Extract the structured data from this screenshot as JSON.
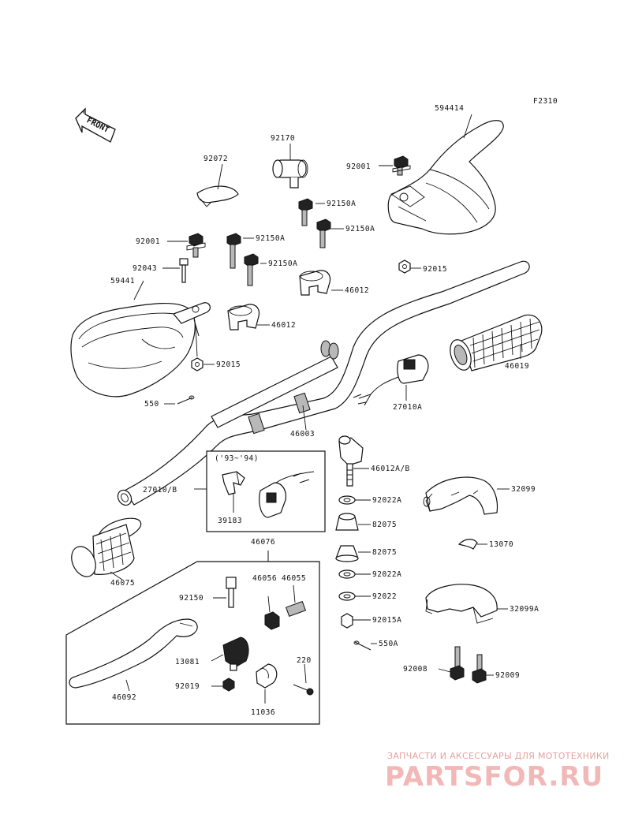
{
  "figure_code": "F2310",
  "direction_label": "FRONT",
  "date_range_label": "('93~'94)",
  "parts": {
    "p594414": "594414",
    "p92170": "92170",
    "p92072": "92072",
    "p92001_top": "92001",
    "p92150A_1": "92150A",
    "p92150A_2": "92150A",
    "p92150A_3": "92150A",
    "p92150A_4": "92150A",
    "p92001_left": "92001",
    "p92043": "92043",
    "p59441": "59441",
    "p92015_top": "92015",
    "p46012_1": "46012",
    "p46012_2": "46012",
    "p92015_left": "92015",
    "p550": "550",
    "p46019": "46019",
    "p27010A": "27010A",
    "p46003": "46003",
    "p46012AB": "46012A/B",
    "p27010B": "27010/B",
    "p39183": "39183",
    "p92022A_1": "92022A",
    "p82075_1": "82075",
    "p32099": "32099",
    "p82075_2": "82075",
    "p13070": "13070",
    "p46076": "46076",
    "p46075": "46075",
    "p92022A_2": "92022A",
    "p92022": "92022",
    "p92150": "92150",
    "p46056": "46056",
    "p46055": "46055",
    "p32099A": "32099A",
    "p92015A": "92015A",
    "p550A": "550A",
    "p13081": "13081",
    "p220": "220",
    "p46092": "46092",
    "p92019": "92019",
    "p92008": "92008",
    "p92009": "92009",
    "p11036": "11036"
  },
  "watermark": {
    "subtitle": "ЗАПЧАСТИ И АКСЕССУАРЫ ДЛЯ МОТОТЕХНИКИ",
    "brand": "PARTSFOR.RU"
  }
}
